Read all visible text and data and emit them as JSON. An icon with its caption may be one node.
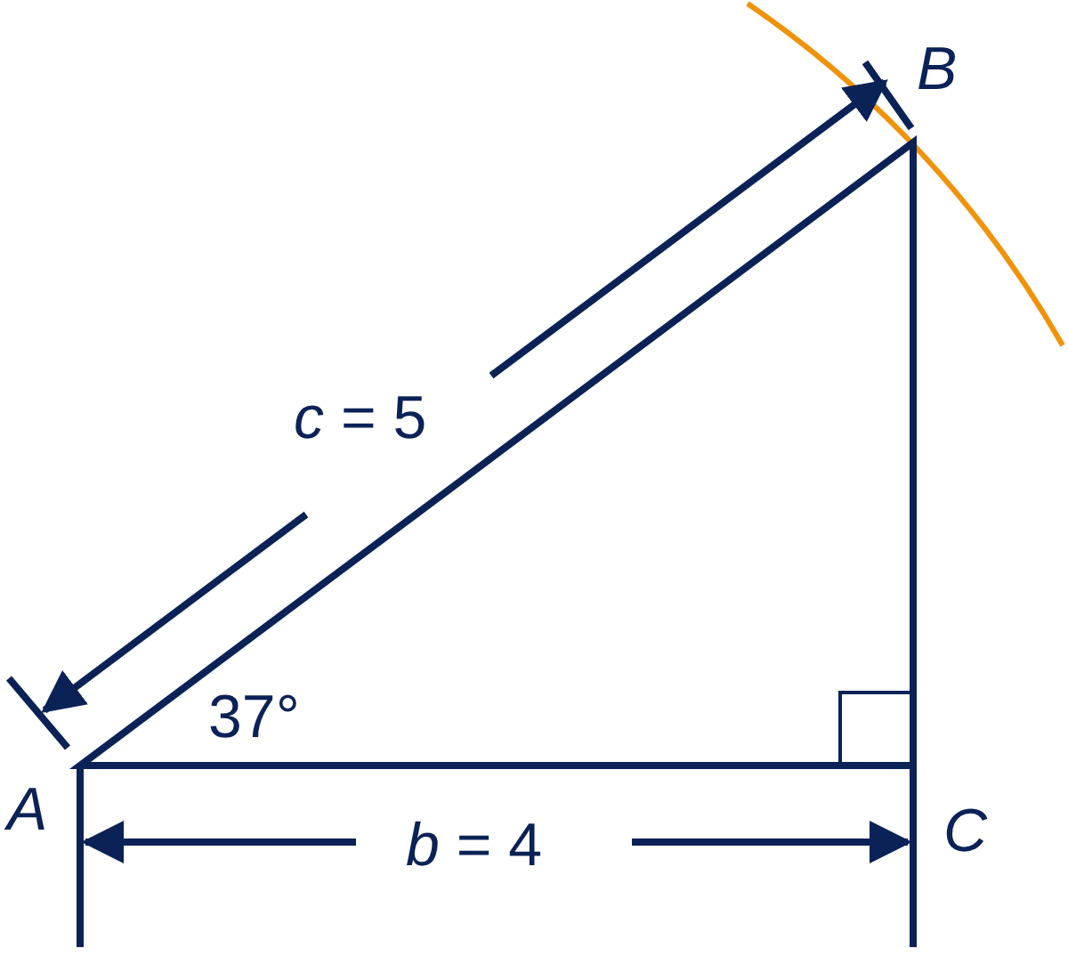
{
  "diagram": {
    "labels": [
      "B",
      "*c* = 5",
      "37°",
      "A",
      "*b* = 4",
      "C"
    ]
  }
}
